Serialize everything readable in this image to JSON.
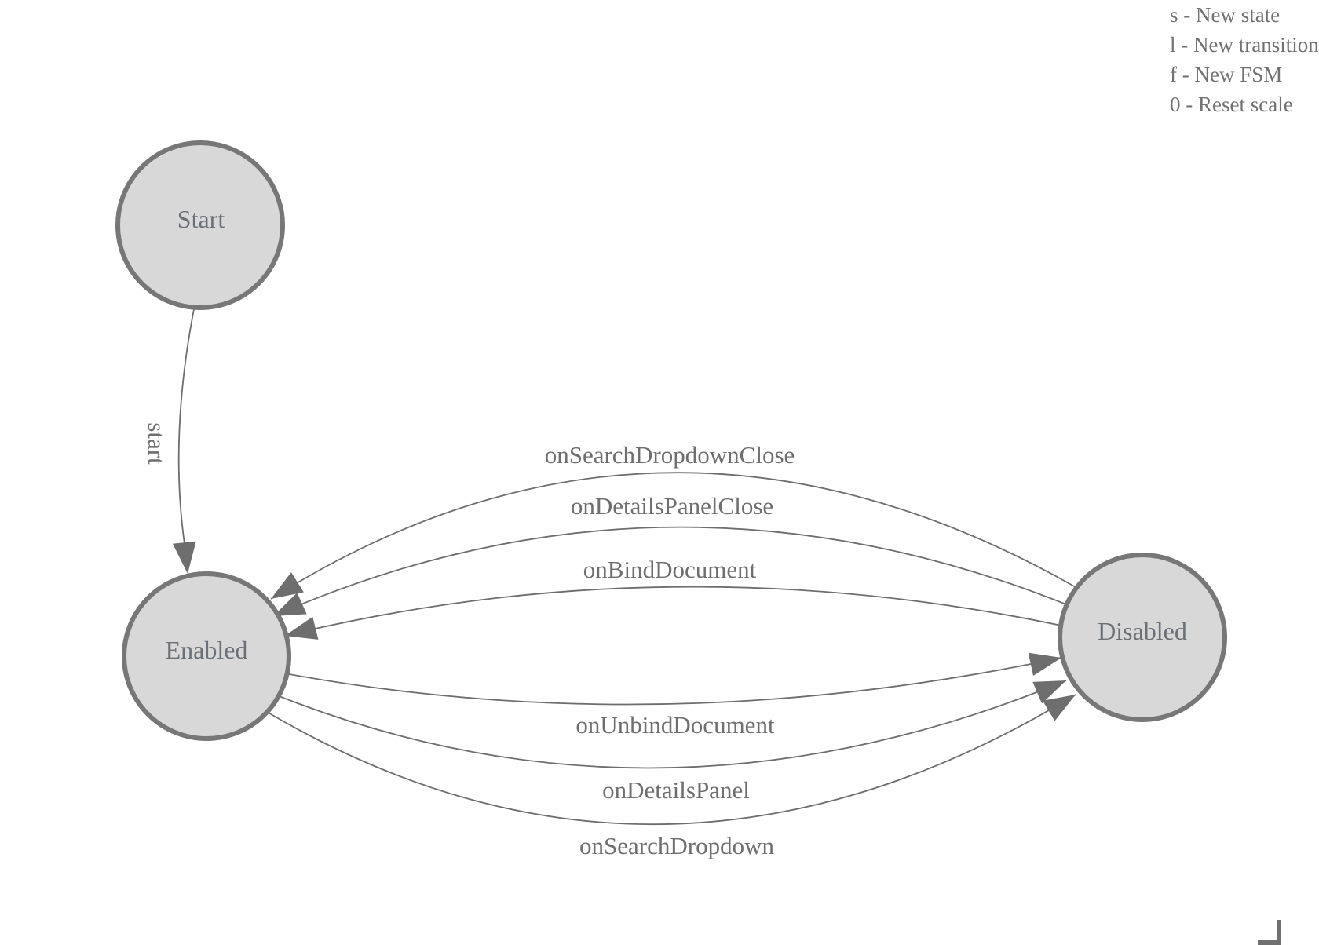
{
  "canvas": {
    "background": "#ffffff",
    "state_fill": "#d8d8d8",
    "state_stroke": "#777777",
    "edge_color": "#6e6e6e",
    "text_color": "#6e6e6e"
  },
  "shortcuts_legend": {
    "lines": [
      "s - New state",
      "l - New transition",
      "f - New FSM",
      "0 - Reset scale"
    ]
  },
  "fsm": {
    "states": [
      {
        "label": "Start"
      },
      {
        "label": "Enabled"
      },
      {
        "label": "Disabled"
      }
    ],
    "transitions": [
      {
        "label": "start",
        "from": "Start",
        "to": "Enabled"
      },
      {
        "label": "onSearchDropdownClose",
        "from": "Disabled",
        "to": "Enabled"
      },
      {
        "label": "onDetailsPanelClose",
        "from": "Disabled",
        "to": "Enabled"
      },
      {
        "label": "onBindDocument",
        "from": "Disabled",
        "to": "Enabled"
      },
      {
        "label": "onUnbindDocument",
        "from": "Enabled",
        "to": "Disabled"
      },
      {
        "label": "onDetailsPanel",
        "from": "Enabled",
        "to": "Disabled"
      },
      {
        "label": "onSearchDropdown",
        "from": "Enabled",
        "to": "Disabled"
      }
    ]
  }
}
